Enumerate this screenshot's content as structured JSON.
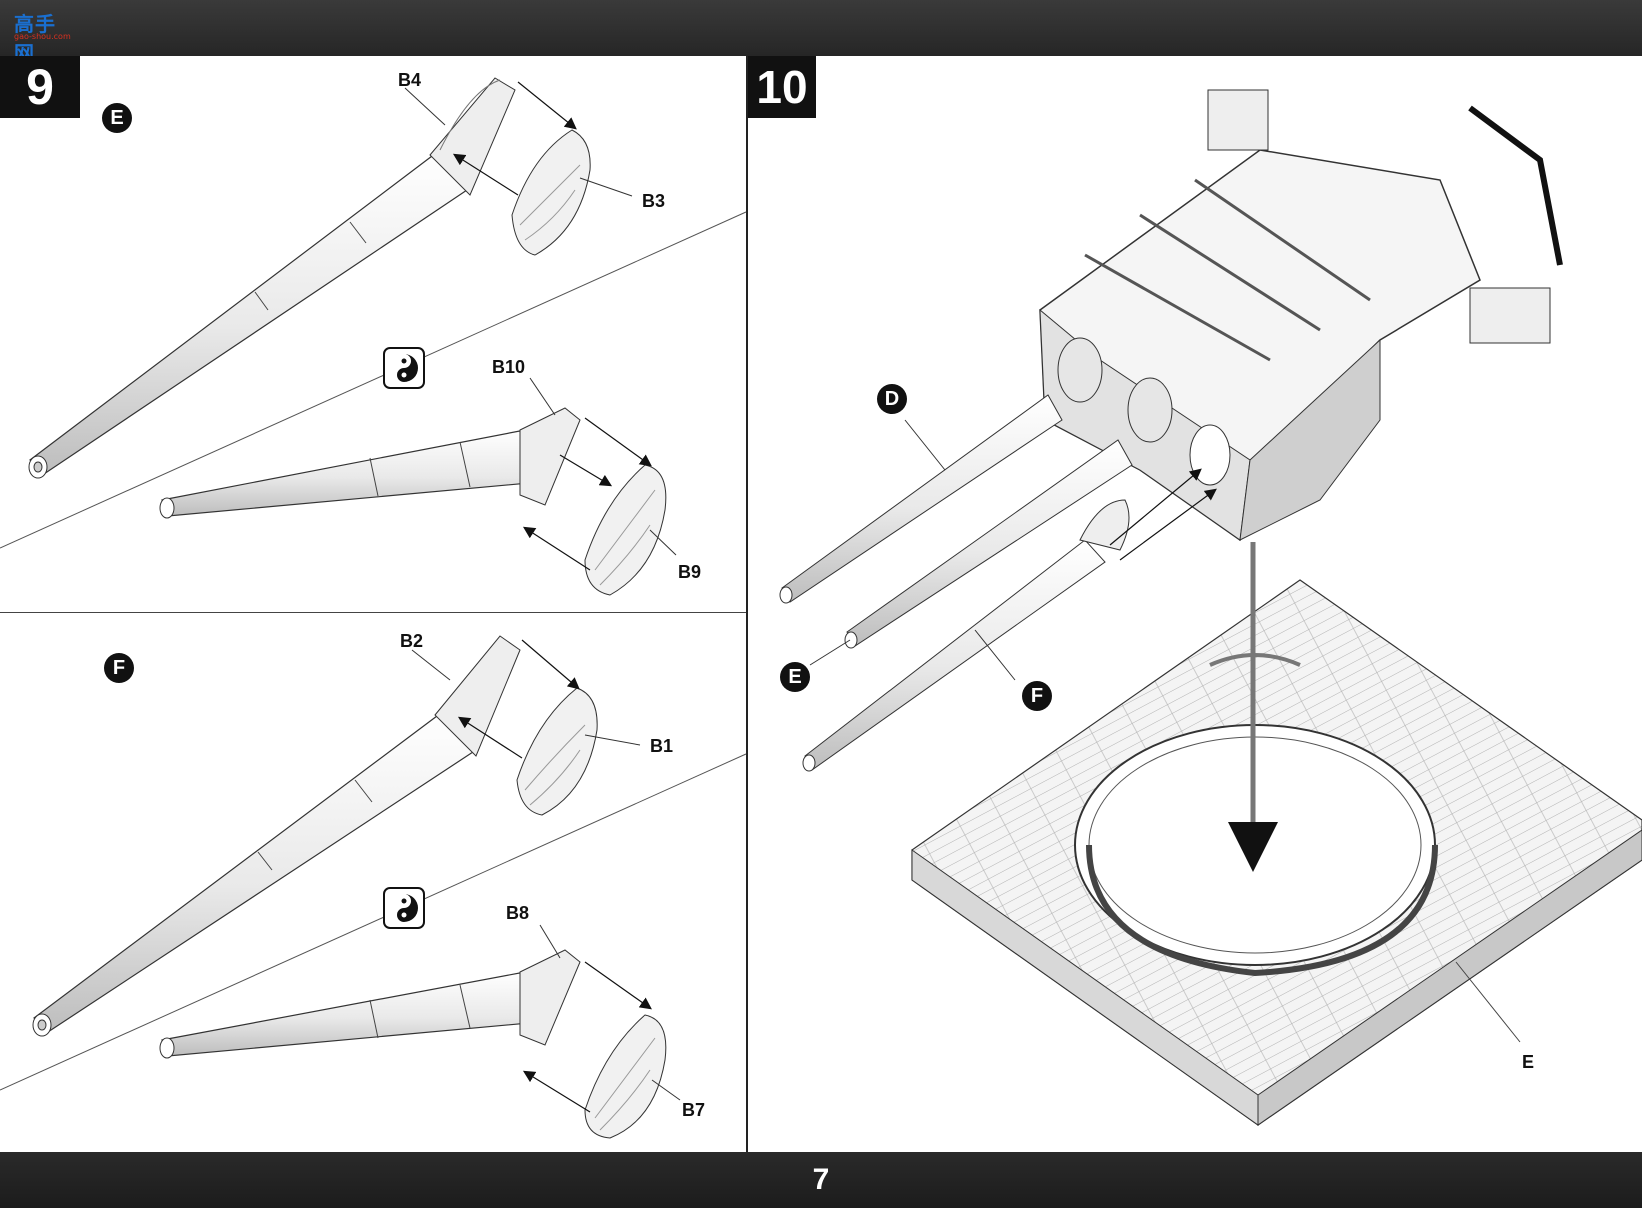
{
  "page_number": "7",
  "logo": {
    "text": "高手网",
    "sub": "gao-shou.com"
  },
  "steps": [
    {
      "number": "9",
      "groups": [
        {
          "badge": "E",
          "parts": [
            "B4",
            "B3",
            "B10",
            "B9"
          ]
        },
        {
          "badge": "F",
          "parts": [
            "B2",
            "B1",
            "B8",
            "B7"
          ]
        }
      ],
      "icon": "yin-yang-icon"
    },
    {
      "number": "10",
      "badges": [
        "D",
        "E",
        "F"
      ],
      "parts": [
        "E"
      ]
    }
  ]
}
